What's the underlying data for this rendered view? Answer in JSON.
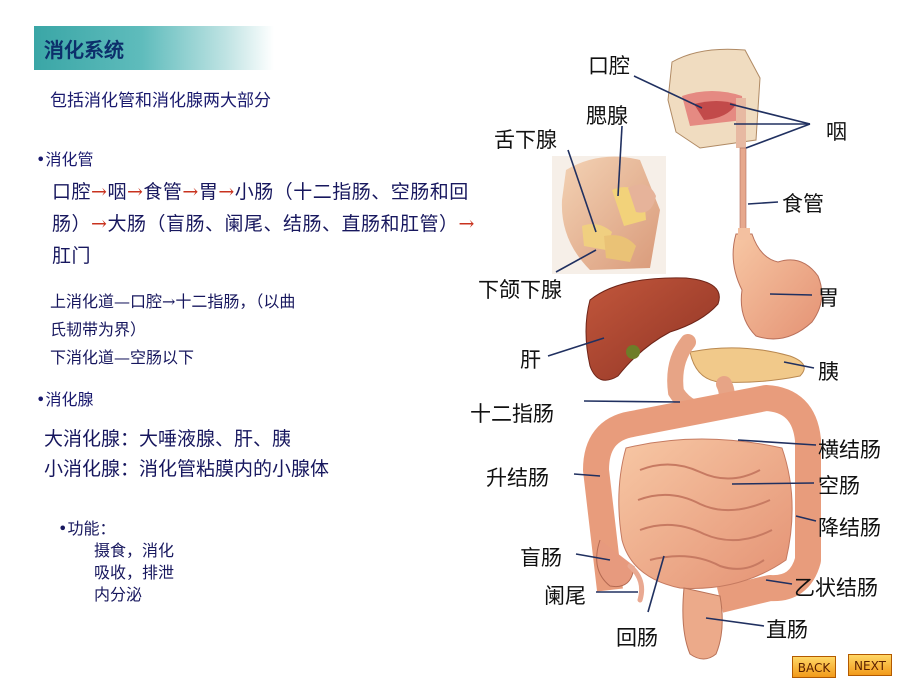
{
  "title": "消化系统",
  "intro": "包括消化管和消化腺两大部分",
  "tract": {
    "bullet": "•消化管",
    "seq": [
      {
        "t": "口腔"
      },
      {
        "a": "→"
      },
      {
        "t": "咽"
      },
      {
        "a": "→"
      },
      {
        "t": "食管"
      },
      {
        "a": "→"
      },
      {
        "t": "胃"
      },
      {
        "a": "→"
      },
      {
        "t": "小肠（十二指肠、空肠和回肠）"
      },
      {
        "a": "→"
      },
      {
        "t": "大肠（盲肠、阑尾、结肠、直肠和肛管）"
      },
      {
        "a": "→"
      },
      {
        "t": "肛门"
      }
    ],
    "upper_line1": "上消化道—口腔→十二指肠，（以曲",
    "upper_line2": "氏韧带为界）",
    "lower": "下消化道—空肠以下"
  },
  "glands": {
    "bullet": "•消化腺",
    "major": "大消化腺：大唾液腺、肝、胰",
    "minor": "小消化腺：消化管粘膜内的小腺体"
  },
  "function": {
    "label": "•功能：",
    "items": [
      "摄食，消化",
      "吸收，排泄",
      "内分泌"
    ]
  },
  "labels": {
    "oral": "口腔",
    "parotid": "腮腺",
    "sublingual": "舌下腺",
    "pharynx": "咽",
    "esophagus": "食管",
    "submandibular": "下颌下腺",
    "stomach": "胃",
    "liver": "肝",
    "pancreas": "胰",
    "duodenum": "十二指肠",
    "transverse": "横结肠",
    "ascending": "升结肠",
    "jejunum": "空肠",
    "descending": "降结肠",
    "cecum": "盲肠",
    "sigmoid": "乙状结肠",
    "appendix": "阑尾",
    "rectum": "直肠",
    "ileum": "回肠"
  },
  "nav": {
    "back": "BACK",
    "next": "NEXT"
  }
}
